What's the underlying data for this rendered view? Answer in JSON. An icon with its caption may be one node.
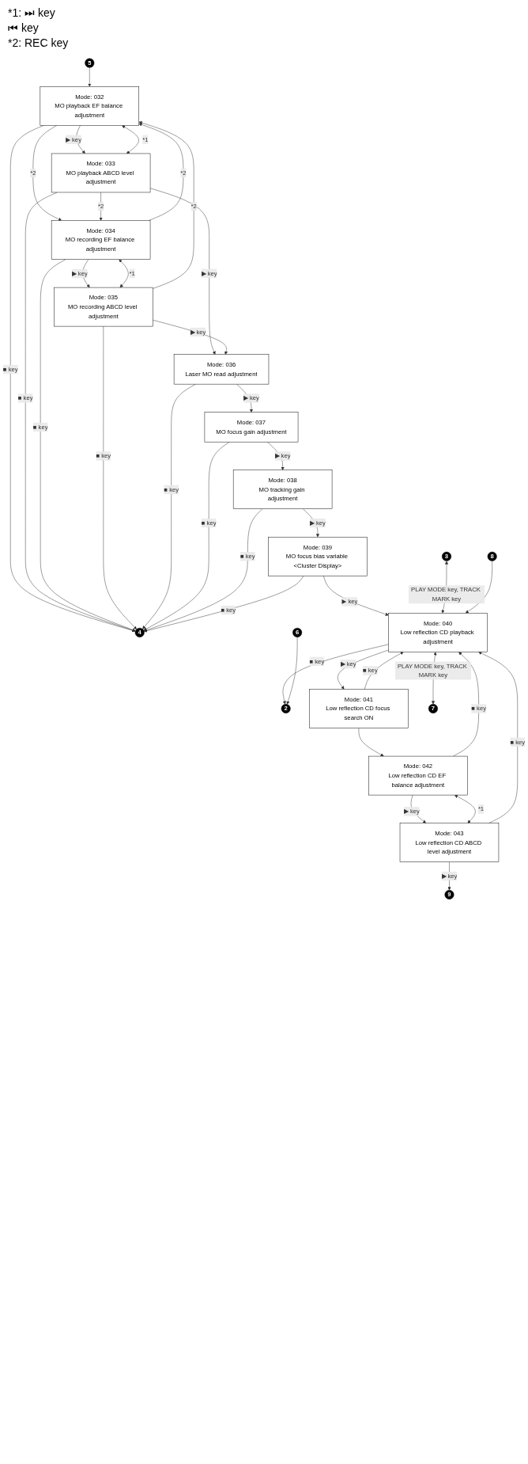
{
  "diagram": {
    "nodes": [
      {
        "text": [
          "2"
        ]
      },
      {
        "text": [
          "3"
        ]
      },
      {
        "text": [
          "4"
        ]
      },
      {
        "text": [
          "5"
        ]
      },
      {
        "text": [
          "Mode: 032",
          "MO playback EF balance adjustment"
        ]
      },
      {
        "text": [
          "Mode: 033",
          "MO playback ABCD level adjustment"
        ]
      },
      {
        "text": [
          "Mode: 034",
          "MO recording EF balance adjustment"
        ]
      },
      {
        "text": [
          "Mode: 035",
          "MO recording ABCD level adjustment"
        ]
      },
      {
        "text": [
          "Mode: 036",
          "Laser MO read adjustment"
        ]
      },
      {
        "text": [
          "Mode: 037",
          "MO focus gain adjustment"
        ]
      },
      {
        "text": [
          "Mode: 038",
          "MO tracking gain adjustment"
        ]
      },
      {
        "text": [
          "Mode: 039",
          "MO focus bias variable <Cluster Display>"
        ]
      },
      {
        "text": [
          "Mode: 040",
          "Low reflection CD playback adjustment"
        ]
      },
      {
        "text": [
          "Mode: 041",
          "Low reflection CD focus search ON"
        ]
      },
      {
        "text": [
          "Mode: 042",
          "Low reflection CD EF balance adjustment"
        ]
      },
      {
        "text": [
          "Mode: 043",
          "Low reflection CD ABCD level adjustment"
        ]
      },
      {
        "text": [
          "6"
        ]
      },
      {
        "text": [
          "7"
        ]
      },
      {
        "text": [
          "8"
        ]
      },
      {
        "text": [
          "9"
        ]
      }
    ],
    "edges": [
      {
        "from": 3,
        "to": 4,
        "arrow": "to"
      },
      {
        "from": 4,
        "to": 2,
        "label": "■ key",
        "arrow": "to"
      },
      {
        "from": 4,
        "to": 5,
        "label": "▶ key",
        "arrow": "to"
      },
      {
        "from": 4,
        "to": 5,
        "label": "*1",
        "arrow": "both"
      },
      {
        "from": 4,
        "to": 6,
        "label": "*2",
        "arrow": "to"
      },
      {
        "from": 5,
        "to": 2,
        "label": "■ key",
        "arrow": "to"
      },
      {
        "from": 5,
        "to": 6,
        "label": "*2",
        "arrow": "to"
      },
      {
        "from": 5,
        "to": 8,
        "label": "▶ key",
        "arrow": "to"
      },
      {
        "from": 6,
        "to": 2,
        "label": "■ key",
        "arrow": "to"
      },
      {
        "from": 6,
        "to": 4,
        "label": "*2",
        "arrow": "to"
      },
      {
        "from": 6,
        "to": 7,
        "label": "▶ key",
        "arrow": "to"
      },
      {
        "from": 6,
        "to": 7,
        "label": "*1",
        "arrow": "both"
      },
      {
        "from": 7,
        "to": 2,
        "label": "■ key",
        "arrow": "to"
      },
      {
        "from": 7,
        "to": 4,
        "label": "*2",
        "arrow": "to"
      },
      {
        "from": 7,
        "to": 8,
        "label": "▶ key",
        "arrow": "to"
      },
      {
        "from": 8,
        "to": 2,
        "label": "■ key",
        "arrow": "to"
      },
      {
        "from": 8,
        "to": 9,
        "label": "▶ key",
        "arrow": "to"
      },
      {
        "from": 9,
        "to": 2,
        "label": "■ key",
        "arrow": "to"
      },
      {
        "from": 9,
        "to": 10,
        "label": "▶ key",
        "arrow": "to"
      },
      {
        "from": 10,
        "to": 2,
        "label": "■ key",
        "arrow": "to"
      },
      {
        "from": 10,
        "to": 11,
        "label": "▶ key",
        "arrow": "to"
      },
      {
        "from": 11,
        "to": 2,
        "label": "■ key",
        "arrow": "to"
      },
      {
        "from": 11,
        "to": 12,
        "label": "▶ key",
        "arrow": "to"
      },
      {
        "from": 1,
        "to": 12,
        "label": "PLAY MODE key, TRACK MARK key",
        "arrow": "both"
      },
      {
        "from": 12,
        "to": 0,
        "label": "■ key",
        "arrow": "to"
      },
      {
        "from": 16,
        "to": 0,
        "arrow": "to"
      },
      {
        "from": 12,
        "to": 13,
        "label": "▶ key",
        "arrow": "to"
      },
      {
        "from": 12,
        "to": 17,
        "label": "PLAY MODE key, TRACK MARK key",
        "arrow": "both"
      },
      {
        "from": 18,
        "to": 12,
        "arrow": "to"
      },
      {
        "from": 13,
        "to": 12,
        "label": "■ key",
        "arrow": "to"
      },
      {
        "from": 13,
        "to": 14,
        "arrow": "to"
      },
      {
        "from": 14,
        "to": 12,
        "label": "■ key",
        "arrow": "to"
      },
      {
        "from": 14,
        "to": 15,
        "label": "▶ key",
        "arrow": "to"
      },
      {
        "from": 14,
        "to": 15,
        "label": "*1",
        "arrow": "both"
      },
      {
        "from": 15,
        "to": 12,
        "label": "■ key",
        "arrow": "to"
      },
      {
        "from": 15,
        "to": 19,
        "label": "▶ key",
        "arrow": "to"
      }
    ],
    "labels": [
      "*1: ⏭ key",
      "⏮ key",
      "*2: REC key"
    ]
  }
}
